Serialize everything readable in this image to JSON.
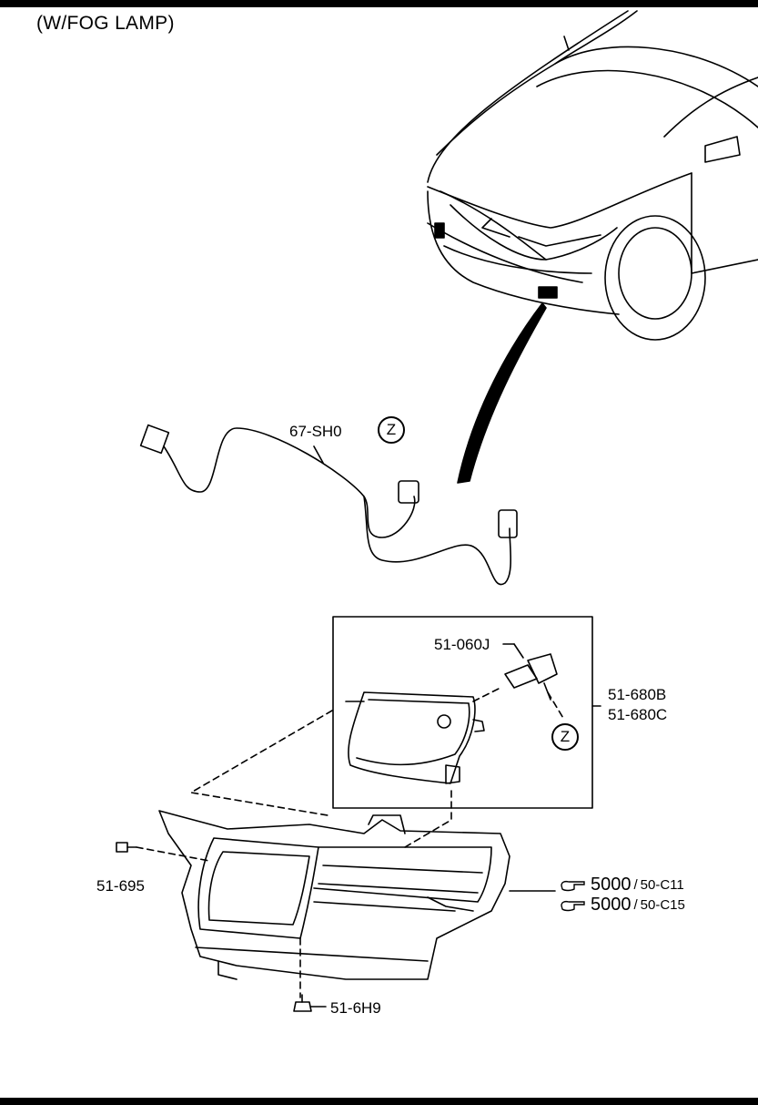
{
  "title": "(W/FOG LAMP)",
  "callouts": {
    "harness": "67-SH0",
    "bulb": "51-060J",
    "lamp_a": "51-680B",
    "lamp_b": "51-680C",
    "bolt_left": "51-695",
    "bolt_bottom": "51-6H9",
    "connector_z1": "Z",
    "connector_z2": "Z"
  },
  "references": [
    {
      "num": "5000",
      "sep": "/",
      "code": "50-C11"
    },
    {
      "num": "5000",
      "sep": "/",
      "code": "50-C15"
    }
  ]
}
